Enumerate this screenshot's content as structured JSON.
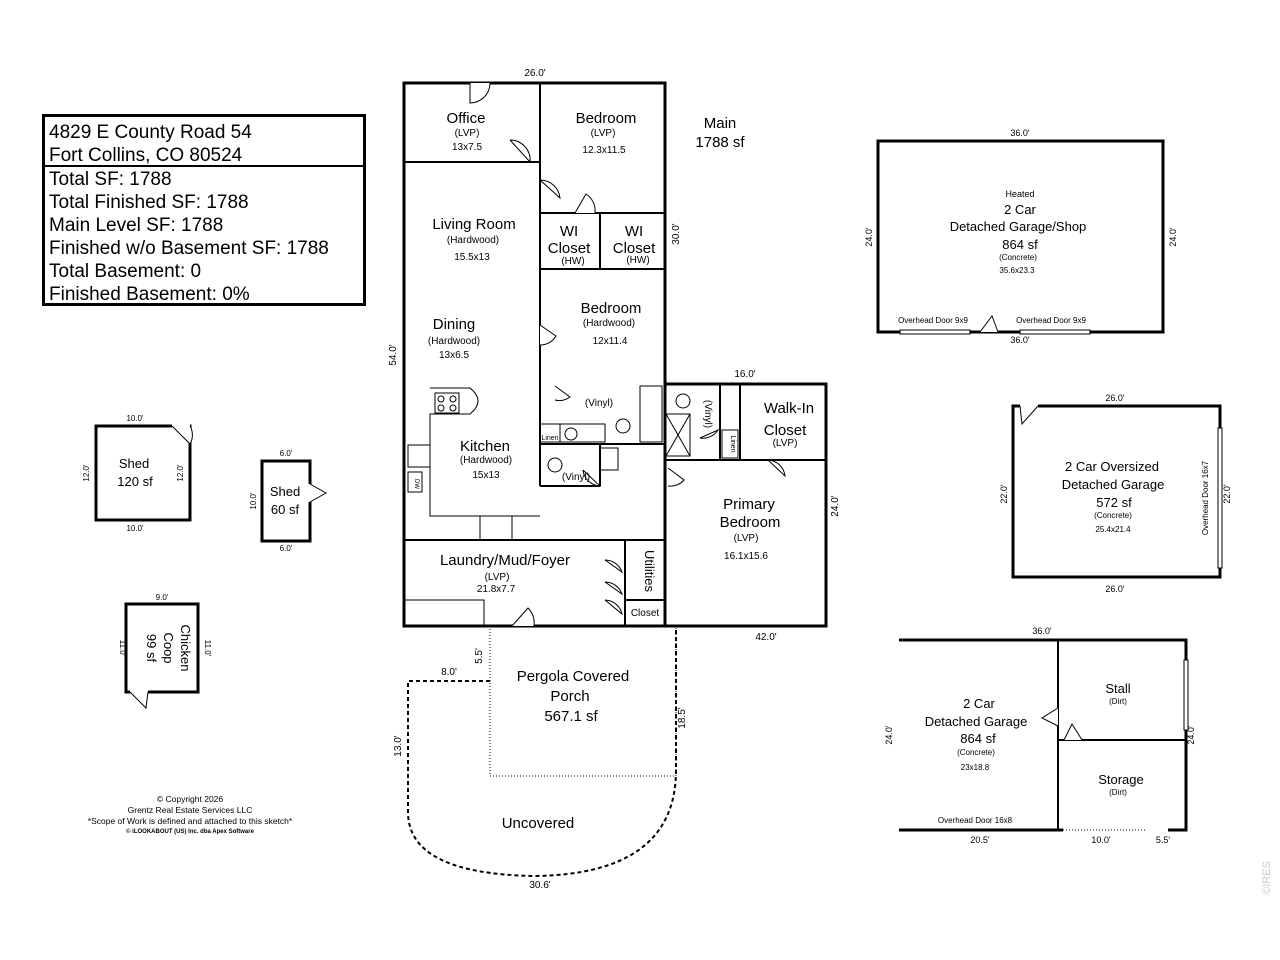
{
  "info_box": {
    "address_line1": "4829 E County Road 54",
    "address_line2": "Fort Collins, CO 80524",
    "total_sf": "Total SF: 1788",
    "total_finished_sf": "Total Finished SF: 1788",
    "main_level_sf": "Main Level SF: 1788",
    "finished_wo_basement_sf": "Finished w/o Basement SF: 1788",
    "total_basement": "Total Basement: 0",
    "finished_basement": "Finished Basement: 0%"
  },
  "main": {
    "level_label": "Main",
    "level_area": "1788 sf",
    "dim_top": "26.0'",
    "dim_right": "30.0'",
    "dim_left": "54.0'",
    "dim_mid": "16.0'",
    "dim_bottom": "42.0'",
    "dim_primary_right": "24.0'",
    "rooms": {
      "office": {
        "name": "Office",
        "floor": "(LVP)",
        "size": "13x7.5"
      },
      "bedroom1": {
        "name": "Bedroom",
        "floor": "(LVP)",
        "size": "12.3x11.5"
      },
      "living": {
        "name": "Living Room",
        "floor": "(Hardwood)",
        "size": "15.5x13"
      },
      "wi_closet1": {
        "name1": "WI",
        "name2": "Closet",
        "floor": "(HW)"
      },
      "wi_closet2": {
        "name1": "WI",
        "name2": "Closet",
        "floor": "(HW)"
      },
      "bedroom2": {
        "name": "Bedroom",
        "floor": "(Hardwood)",
        "size": "12x11.4"
      },
      "dining": {
        "name": "Dining",
        "floor": "(Hardwood)",
        "size": "13x6.5"
      },
      "bath1": {
        "floor": "(Vinyl)"
      },
      "bath2": {
        "floor": "(Vinyl)"
      },
      "bath3": {
        "floor": "(Vinyl)"
      },
      "kitchen": {
        "name": "Kitchen",
        "floor": "(Hardwood)",
        "size": "15x13"
      },
      "walkin": {
        "name1": "Walk-In",
        "name2": "Closet",
        "floor": "(LVP)"
      },
      "primary": {
        "name1": "Primary",
        "name2": "Bedroom",
        "floor": "(LVP)",
        "size": "16.1x15.6"
      },
      "laundry": {
        "name": "Laundry/Mud/Foyer",
        "floor": "(LVP)",
        "size": "21.8x7.7"
      },
      "utilities": {
        "name": "Utilities"
      },
      "closet": {
        "name": "Closet"
      }
    },
    "fixtures": {
      "linen1": "Linen",
      "linen2": "Linen",
      "dw": "DW"
    }
  },
  "porch": {
    "name1": "Pergola Covered",
    "name2": "Porch",
    "area": "567.1 sf",
    "uncovered": "Uncovered",
    "dim_5_5": "5.5'",
    "dim_8_0": "8.0'",
    "dim_13_0": "13.0'",
    "dim_18_5": "18.5'",
    "dim_30_6": "30.6'"
  },
  "shed1": {
    "name": "Shed",
    "area": "120 sf",
    "dim_top": "10.0'",
    "dim_bottom": "10.0'",
    "dim_left": "12.0'",
    "dim_right": "12.0'"
  },
  "shed2": {
    "name": "Shed",
    "area": "60 sf",
    "dim_top": "6.0'",
    "dim_bottom": "6.0'",
    "dim_left": "10.0'"
  },
  "coop": {
    "name1": "Chicken",
    "name2": "Coop",
    "area": "99 sf",
    "dim_top": "9.0'",
    "dim_left": "11.0'",
    "dim_right": "11.0'"
  },
  "garage_shop": {
    "heated": "Heated",
    "name1": "2 Car",
    "name2": "Detached Garage/Shop",
    "area": "864 sf",
    "floor": "(Concrete)",
    "size": "35.6x23.3",
    "door1": "Overhead Door 9x9",
    "door2": "Overhead Door 9x9",
    "dim_top": "36.0'",
    "dim_bottom": "36.0'",
    "dim_left": "24.0'",
    "dim_right": "24.0'"
  },
  "garage_oversized": {
    "name1": "2 Car Oversized",
    "name2": "Detached Garage",
    "area": "572 sf",
    "floor": "(Concrete)",
    "size": "25.4x21.4",
    "door": "Overhead Door 16x7",
    "dim_top": "26.0'",
    "dim_bottom": "26.0'",
    "dim_left": "22.0'",
    "dim_right": "22.0'"
  },
  "garage3": {
    "name1": "2 Car",
    "name2": "Detached Garage",
    "area": "864 sf",
    "floor": "(Concrete)",
    "size": "23x18.8",
    "door": "Overhead Door 16x8",
    "stall": "Stall",
    "stall_floor": "(Dirt)",
    "storage": "Storage",
    "storage_floor": "(Dirt)",
    "dim_top": "36.0'",
    "dim_left": "24.0'",
    "dim_right": "24.0'",
    "dim_b1": "20.5'",
    "dim_b2": "10.0'",
    "dim_b3": "5.5'"
  },
  "copyright": {
    "line1": "© Copyright 2026",
    "line2": "Grentz Real Estate Services LLC",
    "line3": "*Scope of Work is defined and attached to this sketch*",
    "line4": "© iLOOKABOUT (US) Inc. dba Apex Software"
  },
  "watermark": "©IRES"
}
